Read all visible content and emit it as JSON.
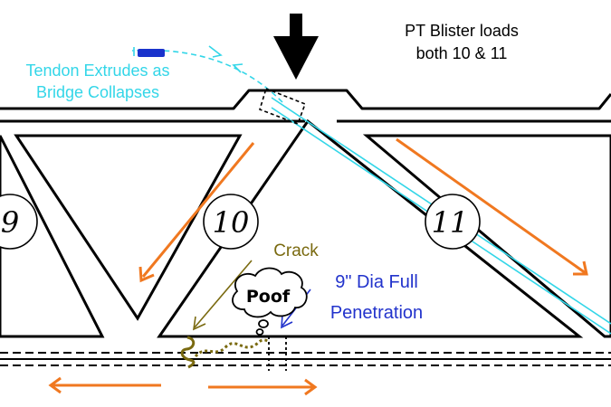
{
  "annotations": {
    "pt_blister_line1": "PT Blister loads",
    "pt_blister_line2": "both 10 & 11",
    "tendon_line1": "Tendon Extrudes as",
    "tendon_line2": "Bridge Collapses",
    "crack": "Crack",
    "poof": "Poof",
    "hole_line1": "9\" Dia Full",
    "hole_line2": "Penetration"
  },
  "members": {
    "member_9": "9",
    "member_10": "10",
    "member_11": "11"
  },
  "colors": {
    "structure": "#000000",
    "force_arrows": "#f07820",
    "tendon": "#33d6e8",
    "tendon_anchor": "#1a33cc",
    "crack": "#7a6a10",
    "hole_annotation": "#2233cc",
    "load_arrow": "#000000"
  },
  "icons": {
    "load_arrow": "down-arrow",
    "poof_cloud": "thought-bubble"
  }
}
